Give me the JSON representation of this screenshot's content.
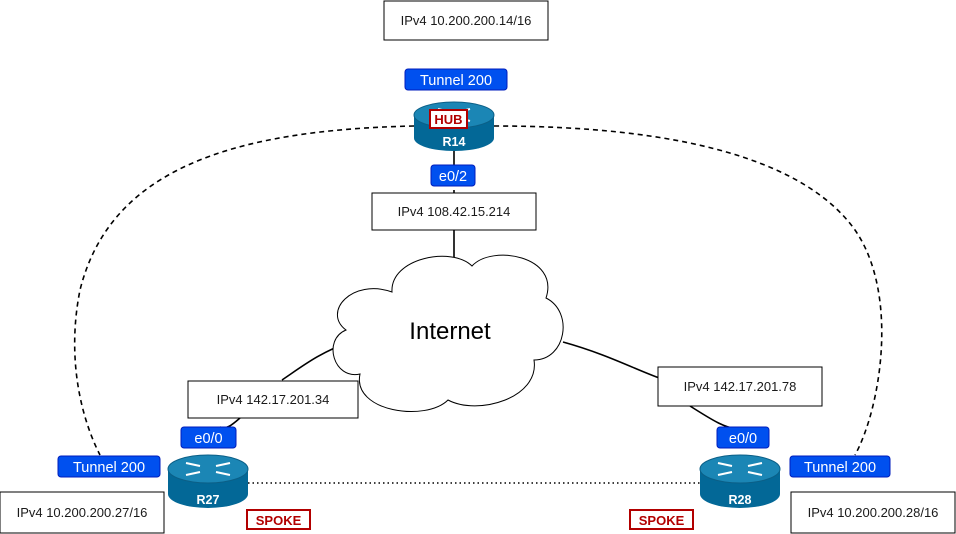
{
  "hub": {
    "name": "R14",
    "role": "HUB",
    "tunnel_badge": "Tunnel 200",
    "tunnel_ip": "IPv4 10.200.200.14/16",
    "interface_badge": "e0/2",
    "public_ip": "IPv4 108.42.15.214"
  },
  "cloud": {
    "label": "Internet"
  },
  "spoke_left": {
    "name": "R27",
    "role": "SPOKE",
    "tunnel_badge": "Tunnel 200",
    "tunnel_ip": "IPv4 10.200.200.27/16",
    "interface_badge": "e0/0",
    "public_ip": "IPv4 142.17.201.34"
  },
  "spoke_right": {
    "name": "R28",
    "role": "SPOKE",
    "tunnel_badge": "Tunnel 200",
    "tunnel_ip": "IPv4 10.200.200.28/16",
    "interface_badge": "e0/0",
    "public_ip": "IPv4 142.17.201.78"
  },
  "colors": {
    "router_body": "#036897",
    "router_top": "#1b86b5",
    "badge_blue": "#0050ef",
    "role_red": "#b20000"
  },
  "links": {
    "physical": "solid",
    "hub_spoke_tunnel": "dashed",
    "spoke_spoke_tunnel": "dotted"
  }
}
